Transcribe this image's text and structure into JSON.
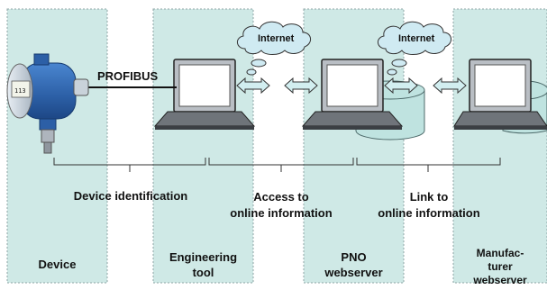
{
  "protocol_label": "PROFIBUS",
  "internet_label": "Internet",
  "columns": [
    {
      "name": "Device"
    },
    {
      "name": "Engineering\ntool"
    },
    {
      "name": "PNO\nwebserver"
    },
    {
      "name": "Manufac-\nturer\nwebserver"
    }
  ],
  "spans": [
    {
      "label": "Device identification"
    },
    {
      "label": "Access to\nonline information"
    },
    {
      "label": "Link to\nonline information"
    }
  ],
  "colors": {
    "panel_fill": "#cfe9e6",
    "panel_border": "#8fa5a5",
    "arrow_fill": "#d2eef0",
    "cloud_fill": "#cfeaf2",
    "cylinder_fill": "#bfe3e0",
    "device_blue": "#2e63a8"
  }
}
